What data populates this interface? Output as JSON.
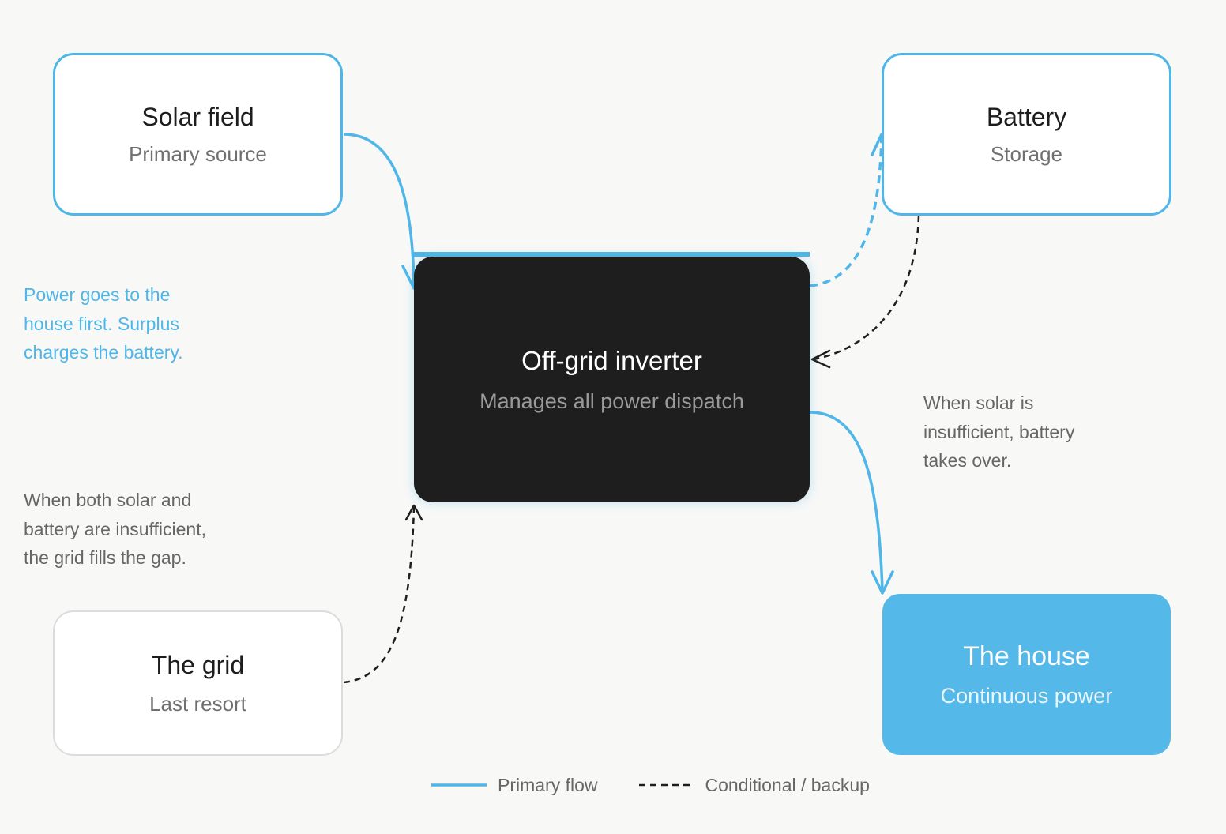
{
  "nodes": {
    "solar": {
      "title": "Solar field",
      "subtitle": "Primary source"
    },
    "battery": {
      "title": "Battery",
      "subtitle": "Storage"
    },
    "inverter": {
      "title": "Off-grid inverter",
      "subtitle": "Manages all power dispatch"
    },
    "grid": {
      "title": "The grid",
      "subtitle": "Last resort"
    },
    "house": {
      "title": "The house",
      "subtitle": "Continuous power"
    }
  },
  "notes": {
    "solar": "Power goes to the\nhouse first. Surplus\ncharges the battery.",
    "battery": "When solar is\ninsufficient, battery\ntakes over.",
    "grid": "When both solar and\nbattery are insufficient,\nthe grid fills the gap."
  },
  "edges": [
    {
      "from": "solar",
      "to": "inverter",
      "style": "primary"
    },
    {
      "from": "inverter",
      "to": "battery",
      "style": "primary-dashed"
    },
    {
      "from": "battery",
      "to": "inverter",
      "style": "conditional"
    },
    {
      "from": "inverter",
      "to": "house",
      "style": "primary"
    },
    {
      "from": "grid",
      "to": "inverter",
      "style": "conditional"
    }
  ],
  "legend": {
    "primary": "Primary flow",
    "conditional": "Conditional / backup"
  },
  "colors": {
    "primary": "#4eb6e8",
    "conditional": "#1e1e1e",
    "inverter": "#1e1e1e",
    "house": "#54b8e9"
  }
}
